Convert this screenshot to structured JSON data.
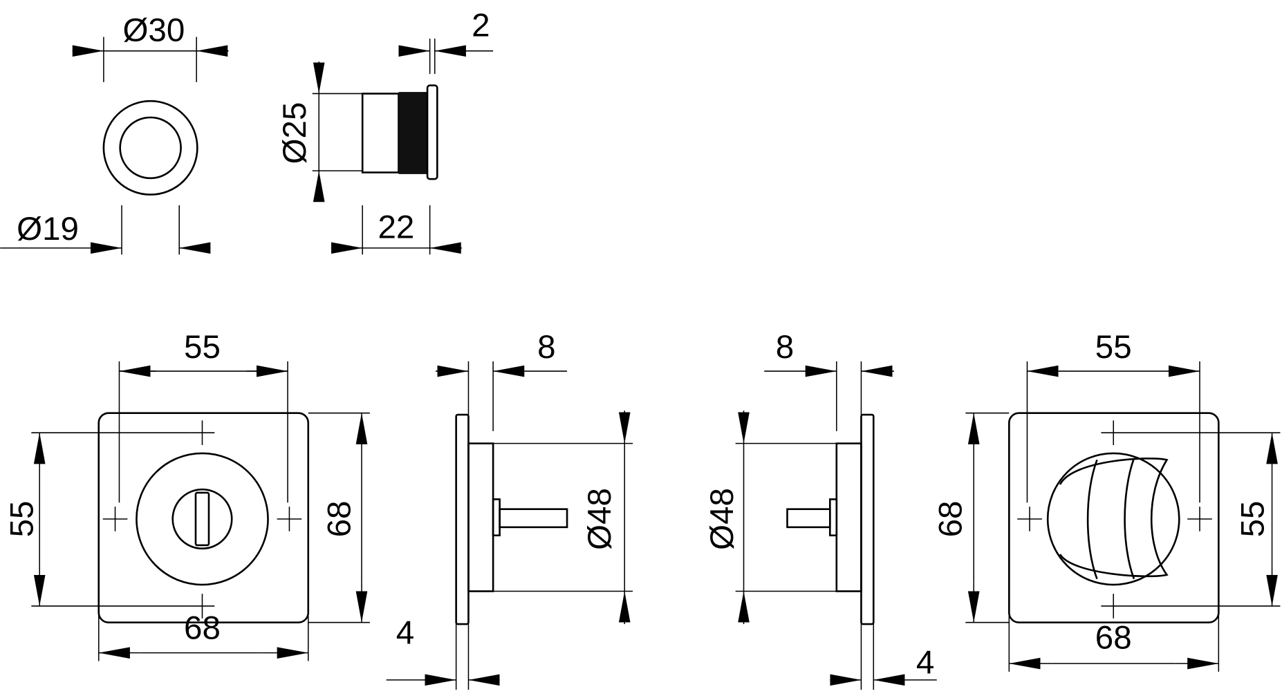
{
  "drawing": {
    "cap_top_view": {
      "outer_diameter": "Ø30",
      "inner_diameter": "Ø19"
    },
    "cap_side_view": {
      "diameter": "Ø25",
      "flange": "2",
      "length": "22"
    },
    "plate_front_left": {
      "hole_spacing_h": "55",
      "hole_spacing_v": "55",
      "height": "68",
      "width": "68"
    },
    "plate_side_left": {
      "offset": "8",
      "diameter": "Ø48",
      "thickness": "4"
    },
    "plate_side_right": {
      "offset": "8",
      "diameter": "Ø48",
      "thickness": "4"
    },
    "plate_front_right": {
      "hole_spacing_h": "55",
      "height": "68",
      "hole_spacing_v": "55",
      "width": "68"
    }
  }
}
